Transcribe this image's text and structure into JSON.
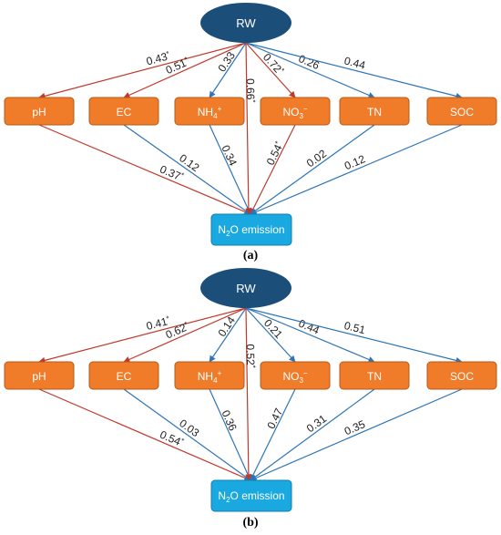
{
  "colors": {
    "positive": "#c0392b",
    "negative": "#2e75b6",
    "box_fill": "#f07c2a",
    "box_stroke": "#b35a18",
    "rw_fill": "#1b4f7a",
    "out_fill": "#1aa8e0"
  },
  "panels": [
    {
      "caption": "(a)",
      "source": "RW",
      "target_pre": "N",
      "target_sub": "2",
      "target_post": "O emission",
      "nodes": [
        {
          "base": "pH",
          "sub": "",
          "sup": ""
        },
        {
          "base": "EC",
          "sub": "",
          "sup": ""
        },
        {
          "base": "NH",
          "sub": "4",
          "sup": "+"
        },
        {
          "base": "NO",
          "sub": "3",
          "sup": "−"
        },
        {
          "base": "TN",
          "sub": "",
          "sup": ""
        },
        {
          "base": "SOC",
          "sub": "",
          "sup": ""
        }
      ],
      "top_paths": [
        {
          "value": "0.43",
          "sig": "*",
          "sign": "positive"
        },
        {
          "value": "0.51",
          "sig": "*",
          "sign": "positive"
        },
        {
          "value": "0.33",
          "sig": "",
          "sign": "negative"
        },
        {
          "value": "0.72",
          "sig": "*",
          "sign": "positive"
        },
        {
          "value": "0.26",
          "sig": "",
          "sign": "negative"
        },
        {
          "value": "0.44",
          "sig": "",
          "sign": "negative"
        }
      ],
      "direct_path": {
        "value": "0.66",
        "sig": "*",
        "sign": "positive"
      },
      "bottom_paths": [
        {
          "value": "0.37",
          "sig": "*",
          "sign": "positive"
        },
        {
          "value": "0.12",
          "sig": "",
          "sign": "negative"
        },
        {
          "value": "0.34",
          "sig": "",
          "sign": "negative"
        },
        {
          "value": "0.54",
          "sig": "*",
          "sign": "positive"
        },
        {
          "value": "0.02",
          "sig": "",
          "sign": "negative"
        },
        {
          "value": "0.12",
          "sig": "",
          "sign": "negative"
        }
      ]
    },
    {
      "caption": "(b)",
      "source": "RW",
      "target_pre": "N",
      "target_sub": "2",
      "target_post": "O emission",
      "nodes": [
        {
          "base": "pH",
          "sub": "",
          "sup": ""
        },
        {
          "base": "EC",
          "sub": "",
          "sup": ""
        },
        {
          "base": "NH",
          "sub": "4",
          "sup": "+"
        },
        {
          "base": "NO",
          "sub": "3",
          "sup": "−"
        },
        {
          "base": "TN",
          "sub": "",
          "sup": ""
        },
        {
          "base": "SOC",
          "sub": "",
          "sup": ""
        }
      ],
      "top_paths": [
        {
          "value": "0.41",
          "sig": "*",
          "sign": "positive"
        },
        {
          "value": "0.62",
          "sig": "*",
          "sign": "positive"
        },
        {
          "value": "0.14",
          "sig": "",
          "sign": "negative"
        },
        {
          "value": "0.21",
          "sig": "",
          "sign": "negative"
        },
        {
          "value": "0.44",
          "sig": "",
          "sign": "negative"
        },
        {
          "value": "0.51",
          "sig": "",
          "sign": "negative"
        }
      ],
      "direct_path": {
        "value": "0.52",
        "sig": "*",
        "sign": "positive"
      },
      "bottom_paths": [
        {
          "value": "0.54",
          "sig": "*",
          "sign": "positive"
        },
        {
          "value": "0.03",
          "sig": "",
          "sign": "negative"
        },
        {
          "value": "0.36",
          "sig": "",
          "sign": "negative"
        },
        {
          "value": "0.47",
          "sig": "",
          "sign": "negative"
        },
        {
          "value": "0.31",
          "sig": "",
          "sign": "negative"
        },
        {
          "value": "0.35",
          "sig": "",
          "sign": "negative"
        }
      ]
    }
  ]
}
